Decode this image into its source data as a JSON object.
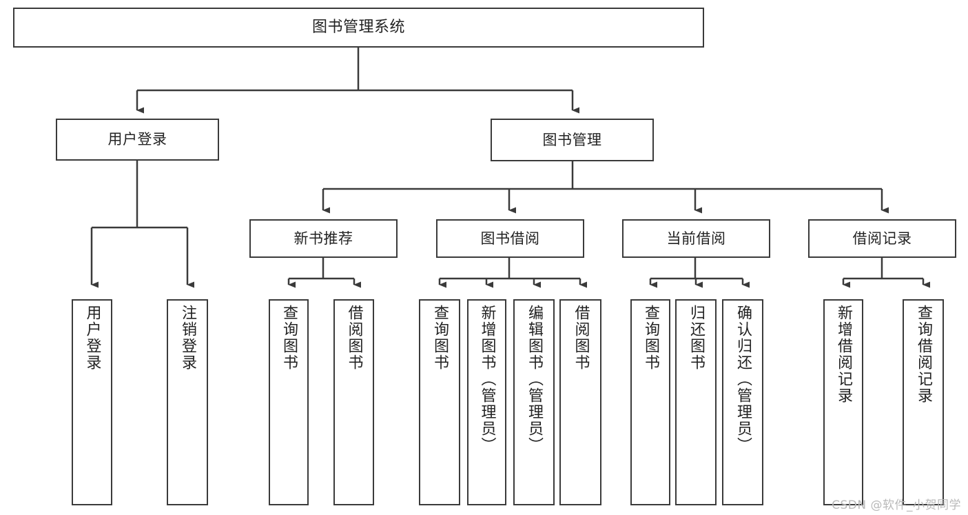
{
  "diagram": {
    "title": "图书管理系统",
    "type": "tree-hierarchy-diagram",
    "colors": {
      "stroke": "#3a3a3a",
      "fill": "#ffffff",
      "text": "#222222",
      "watermark": "#b9b9b9"
    },
    "nodes": {
      "root": {
        "label": "图书管理系统"
      },
      "level2": [
        {
          "label": "用户登录"
        },
        {
          "label": "图书管理"
        }
      ],
      "level3": [
        {
          "label": "新书推荐"
        },
        {
          "label": "图书借阅"
        },
        {
          "label": "当前借阅"
        },
        {
          "label": "借阅记录"
        }
      ],
      "leaves": {
        "user_login": [
          {
            "label": "用户登录"
          },
          {
            "label": "注销登录"
          }
        ],
        "new_book_recommend": [
          {
            "label": "查询图书"
          },
          {
            "label": "借阅图书"
          }
        ],
        "book_borrow": [
          {
            "label": "查询图书"
          },
          {
            "label": "新增图书（管理员）"
          },
          {
            "label": "编辑图书（管理员）"
          },
          {
            "label": "借阅图书"
          }
        ],
        "current_borrow": [
          {
            "label": "查询图书"
          },
          {
            "label": "归还图书"
          },
          {
            "label": "确认归还（管理员）"
          }
        ],
        "borrow_record": [
          {
            "label": "新增借阅记录"
          },
          {
            "label": "查询借阅记录"
          }
        ]
      }
    },
    "watermark": "CSDN @软件_小贺同学"
  }
}
